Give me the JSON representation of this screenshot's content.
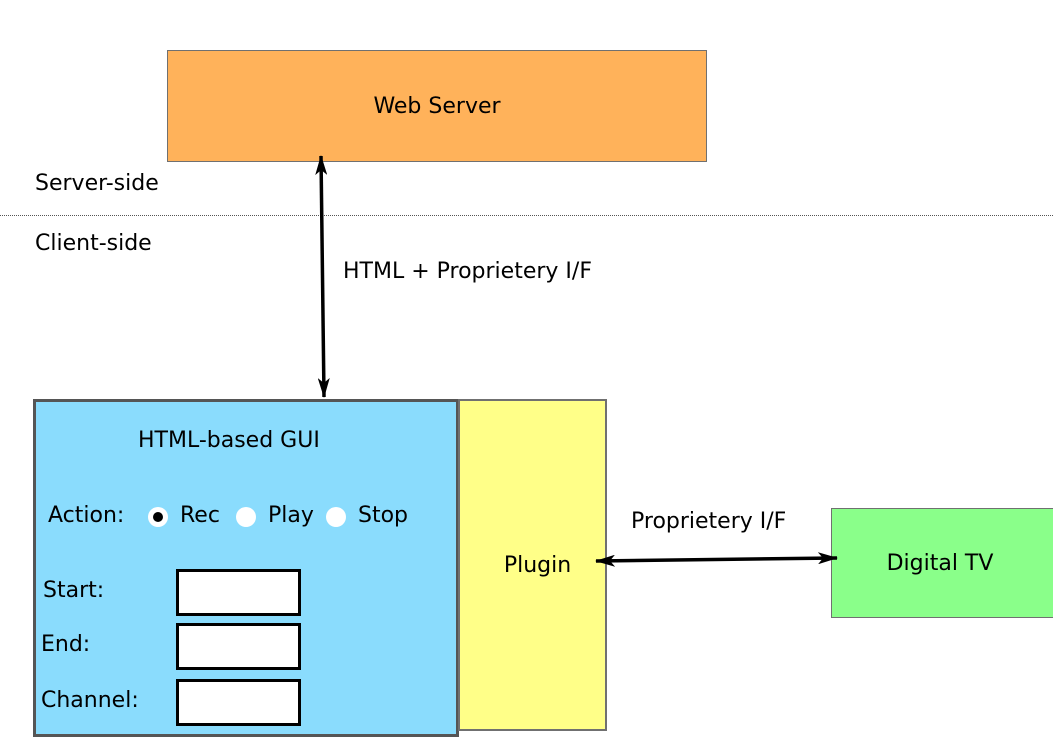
{
  "zones": {
    "server_label": "Server-side",
    "client_label": "Client-side"
  },
  "web_server": {
    "label": "Web Server",
    "color": "#ffb25a"
  },
  "connections": {
    "server_client": "HTML + Proprietery I/F",
    "plugin_tv": "Proprietery I/F"
  },
  "gui": {
    "title": "HTML-based GUI",
    "color": "#8adcfd",
    "action_label": "Action:",
    "actions": [
      {
        "label": "Rec",
        "selected": true
      },
      {
        "label": "Play",
        "selected": false
      },
      {
        "label": "Stop",
        "selected": false
      }
    ],
    "fields": [
      {
        "label": "Start:",
        "value": ""
      },
      {
        "label": "End:",
        "value": ""
      },
      {
        "label": "Channel:",
        "value": ""
      }
    ]
  },
  "plugin": {
    "label": "Plugin",
    "color": "#ffff88"
  },
  "digital_tv": {
    "label": "Digital TV",
    "color": "#8aff8a"
  }
}
